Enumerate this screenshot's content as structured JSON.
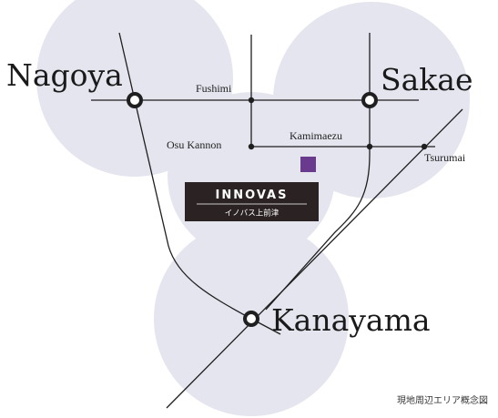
{
  "map": {
    "colors": {
      "halo": "#e4e5ef",
      "line": "#1f1f1f",
      "marker": "#6a3a8e",
      "brand_bg": "#2b2323",
      "brand_text": "#ffffff"
    },
    "stations": {
      "nagoya": "Nagoya",
      "sakae": "Sakae",
      "kanayama": "Kanayama",
      "fushimi": "Fushimi",
      "osu_kannon": "Osu Kannon",
      "kamimaezu": "Kamimaezu",
      "tsurumai": "Tsurumai"
    },
    "brand": {
      "name": "INNOVAS",
      "subtitle": "イノバス上前津"
    },
    "caption": "現地周辺エリア概念図"
  }
}
